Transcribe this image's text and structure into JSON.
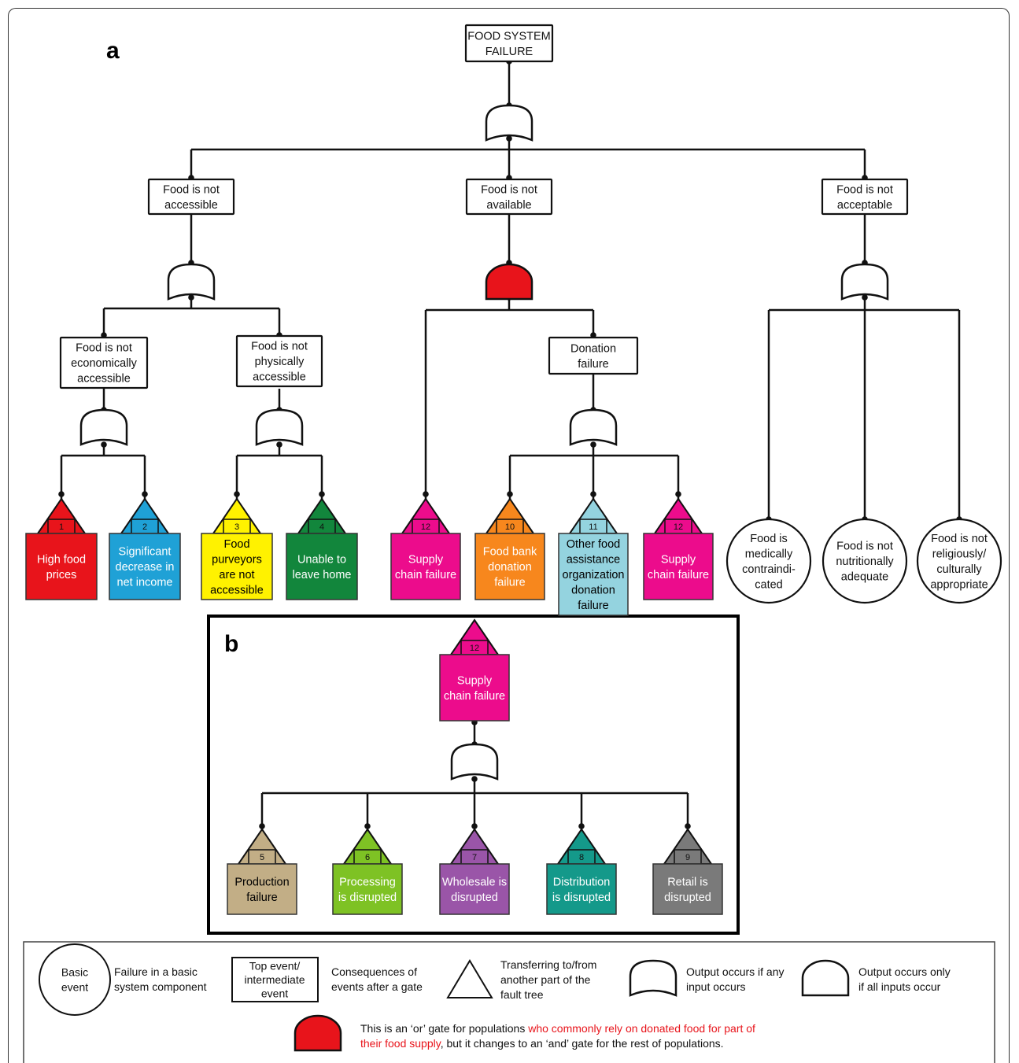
{
  "panel_labels": {
    "a": "a",
    "b": "b"
  },
  "top_event": [
    "FOOD SYSTEM",
    "FAILURE"
  ],
  "intermediate": {
    "accessible": [
      "Food is not",
      "accessible"
    ],
    "available": [
      "Food is not",
      "available"
    ],
    "acceptable": [
      "Food is not",
      "acceptable"
    ],
    "economic": [
      "Food is not",
      "economically",
      "accessible"
    ],
    "physical": [
      "Food is not",
      "physically",
      "accessible"
    ],
    "donation": [
      "Donation",
      "failure"
    ]
  },
  "transfers": [
    {
      "num": "1",
      "label": [
        "High food",
        "prices"
      ],
      "color": "#e8141b",
      "text_color": "#ffffff"
    },
    {
      "num": "2",
      "label": [
        "Significant",
        "decrease in",
        "net income"
      ],
      "color": "#1fa1d6",
      "text_color": "#ffffff"
    },
    {
      "num": "3",
      "label": [
        "Food",
        "purveyors",
        "are not",
        "accessible"
      ],
      "color": "#fff200",
      "text_color": "#000000"
    },
    {
      "num": "4",
      "label": [
        "Unable to",
        "leave home"
      ],
      "color": "#12863c",
      "text_color": "#ffffff"
    },
    {
      "num": "12",
      "label": [
        "Supply",
        "chain failure"
      ],
      "color": "#ec0c8c",
      "text_color": "#ffffff"
    },
    {
      "num": "10",
      "label": [
        "Food bank",
        "donation",
        "failure"
      ],
      "color": "#f7871d",
      "text_color": "#ffffff"
    },
    {
      "num": "11",
      "label": [
        "Other food",
        "assistance",
        "organization",
        "donation",
        "failure"
      ],
      "color": "#94d3df",
      "text_color": "#000000"
    },
    {
      "num": "12",
      "label": [
        "Supply",
        "chain failure"
      ],
      "color": "#ec0c8c",
      "text_color": "#ffffff"
    }
  ],
  "basic_events": [
    [
      "Food is",
      "medically",
      "contraindi-",
      "cated"
    ],
    [
      "Food is not",
      "nutritionally",
      "adequate"
    ],
    [
      "Food is not",
      "religiously/",
      "culturally",
      "appropriate"
    ]
  ],
  "panel_b": {
    "top": {
      "num": "12",
      "label": [
        "Supply",
        "chain failure"
      ],
      "color": "#ec0c8c",
      "text_color": "#ffffff"
    },
    "children": [
      {
        "num": "5",
        "label": [
          "Production",
          "failure"
        ],
        "color": "#c2ae86",
        "text_color": "#000000"
      },
      {
        "num": "6",
        "label": [
          "Processing",
          "is disrupted"
        ],
        "color": "#7ec224",
        "text_color": "#ffffff"
      },
      {
        "num": "7",
        "label": [
          "Wholesale is",
          "disrupted"
        ],
        "color": "#9a55a8",
        "text_color": "#ffffff"
      },
      {
        "num": "8",
        "label": [
          "Distribution",
          "is disrupted"
        ],
        "color": "#14998a",
        "text_color": "#ffffff"
      },
      {
        "num": "9",
        "label": [
          "Retail is",
          "disrupted"
        ],
        "color": "#7a7a7a",
        "text_color": "#ffffff"
      }
    ]
  },
  "legend": {
    "basic_symbol": [
      "Basic",
      "event"
    ],
    "basic_desc": [
      "Failure in a basic",
      "system component"
    ],
    "rect_symbol": [
      "Top event/",
      "intermediate",
      "event"
    ],
    "rect_desc": [
      "Consequences of",
      "events after a gate"
    ],
    "transfer_desc": [
      "Transferring to/from",
      "another part of the",
      "fault tree"
    ],
    "or_desc": [
      "Output occurs if any",
      "input occurs"
    ],
    "and_desc": [
      "Output occurs only",
      "if all inputs occur"
    ],
    "red_gate_line1_a": "This is an ‘or’ gate for populations ",
    "red_gate_line1_b": "who commonly rely on donated food for part of",
    "red_gate_line2_a": "their food supply",
    "red_gate_line2_b": ", but it changes to an ‘and’ gate for the rest of populations.",
    "red_color": "#e8141b"
  }
}
